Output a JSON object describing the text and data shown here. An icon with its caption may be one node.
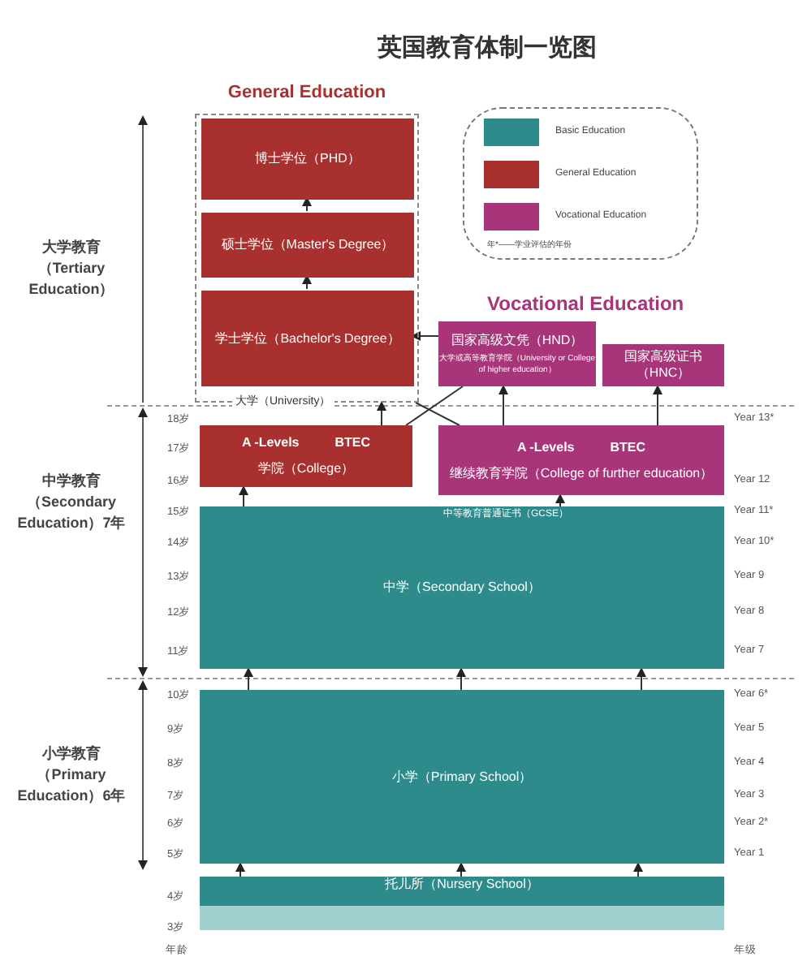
{
  "diagram": {
    "title": "英国教育体制一览图",
    "nodes": [
      {
        "text": [
          "General Education",
          "大学（University）"
        ]
      },
      {
        "text": [
          "博士学位（PHD）"
        ],
        "in": 0
      },
      {
        "text": [
          "硕士学位（Master's Degree）"
        ],
        "in": 0
      },
      {
        "text": [
          "学士学位（Bachelor's Degree）"
        ],
        "in": 0
      },
      {
        "text": [
          "国家高级文凭（HND）",
          "大学或高等教育学院（University or College of higher education）"
        ]
      },
      {
        "text": [
          "国家高级证书（HNC）"
        ]
      },
      {
        "text": [
          "A -Levels",
          "BTEC",
          "学院（College）"
        ]
      },
      {
        "text": [
          "A -Levels",
          "BTEC",
          "继续教育学院（College of further education）"
        ]
      },
      {
        "text": [
          "中等教育普通证书（GCSE）",
          "中学（Secondary School）"
        ]
      },
      {
        "text": [
          "小学（Primary School）"
        ]
      },
      {
        "text": [
          "托儿所（Nursery School）"
        ]
      }
    ],
    "edges": [
      {
        "from": 2,
        "to": 1,
        "arrow": "to"
      },
      {
        "from": 3,
        "to": 2,
        "arrow": "to"
      },
      {
        "from": 4,
        "to": 3,
        "arrow": "to"
      },
      {
        "from": 6,
        "to": 0,
        "arrow": "to"
      },
      {
        "from": 6,
        "to": 4,
        "arrow": "none"
      },
      {
        "from": 7,
        "to": 0,
        "arrow": "none"
      },
      {
        "from": 7,
        "to": 4,
        "arrow": "to"
      },
      {
        "from": 7,
        "to": 5,
        "arrow": "to"
      },
      {
        "from": 8,
        "to": 6,
        "arrow": "to"
      },
      {
        "from": 8,
        "to": 7,
        "arrow": "to"
      },
      {
        "from": 9,
        "to": 8,
        "arrow": "to"
      },
      {
        "from": 9,
        "to": 8,
        "arrow": "to"
      },
      {
        "from": 9,
        "to": 8,
        "arrow": "to"
      },
      {
        "from": 10,
        "to": 9,
        "arrow": "to"
      },
      {
        "from": 10,
        "to": 9,
        "arrow": "to"
      },
      {
        "from": 10,
        "to": 9,
        "arrow": "to"
      }
    ],
    "labels": [
      "Vocational Education",
      "年*——学业评估的年份",
      "大学教育（Tertiary Education）",
      "中学教育（Secondary Education）7年",
      "小学教育（Primary Education）6年",
      "18岁",
      "Year 13*",
      "17岁",
      "16岁",
      "Year 12",
      "15岁",
      "Year 11*",
      "14岁",
      "Year 10*",
      "13岁",
      "Year 9",
      "12岁",
      "Year 8",
      "11岁",
      "Year 7",
      "10岁",
      "Year 6*",
      "9岁",
      "Year 5",
      "8岁",
      "Year 4",
      "7岁",
      "Year 3",
      "6岁",
      "Year 2*",
      "5岁",
      "Year 1",
      "4岁",
      "3岁",
      "年龄",
      "年级"
    ],
    "legend": [
      {
        "text": "Basic Education",
        "color": "#2e8b8b"
      },
      {
        "text": "General Education",
        "color": "#a8302e"
      },
      {
        "text": "Vocational Education",
        "color": "#a8357a"
      }
    ]
  }
}
